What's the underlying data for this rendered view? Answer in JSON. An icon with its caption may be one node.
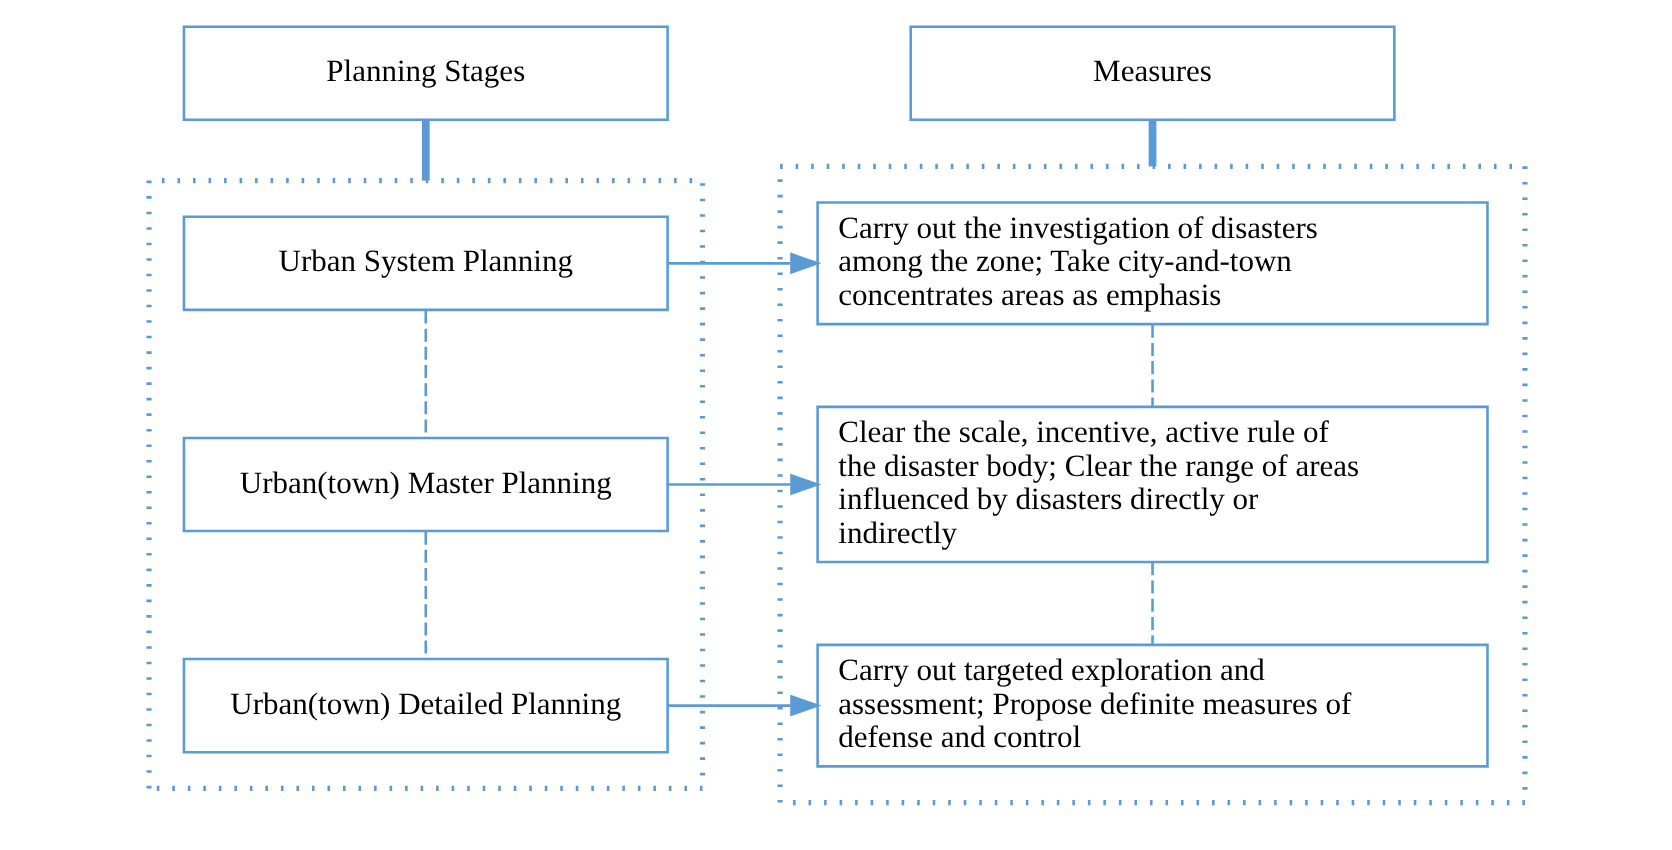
{
  "diagram": {
    "nodes": [
      {
        "text": [
          "Planning Stages"
        ]
      },
      {
        "text": [
          "Measures"
        ]
      },
      {
        "text": [],
        "shape": "box"
      },
      {
        "text": [
          "Urban System Planning"
        ],
        "in": 2
      },
      {
        "text": [
          "Urban(town) Master Planning"
        ],
        "in": 2
      },
      {
        "text": [
          "Urban(town) Detailed Planning"
        ],
        "in": 2
      },
      {
        "text": [],
        "shape": "box"
      },
      {
        "text": [
          "Carry out the investigation of disasters among the zone; Take city-and-town concentrates areas as emphasis"
        ],
        "in": 6
      },
      {
        "text": [
          "Clear the scale, incentive, active rule of the disaster body; Clear the range of areas influenced by disasters directly or indirectly"
        ],
        "in": 6
      },
      {
        "text": [
          "Carry out targeted exploration and assessment; Propose definite measures of defense and control"
        ],
        "in": 6
      }
    ],
    "edges": [
      {
        "from": 0,
        "to": 2,
        "arrow": "none",
        "style": "thick"
      },
      {
        "from": 1,
        "to": 6,
        "arrow": "none",
        "style": "thick"
      },
      {
        "from": 3,
        "to": 4,
        "arrow": "none",
        "style": "dashed"
      },
      {
        "from": 4,
        "to": 5,
        "arrow": "none",
        "style": "dashed"
      },
      {
        "from": 7,
        "to": 8,
        "arrow": "none",
        "style": "dashed"
      },
      {
        "from": 8,
        "to": 9,
        "arrow": "none",
        "style": "dashed"
      },
      {
        "from": 3,
        "to": 7,
        "arrow": "to"
      },
      {
        "from": 4,
        "to": 8,
        "arrow": "to"
      },
      {
        "from": 5,
        "to": 9,
        "arrow": "to"
      }
    ]
  }
}
